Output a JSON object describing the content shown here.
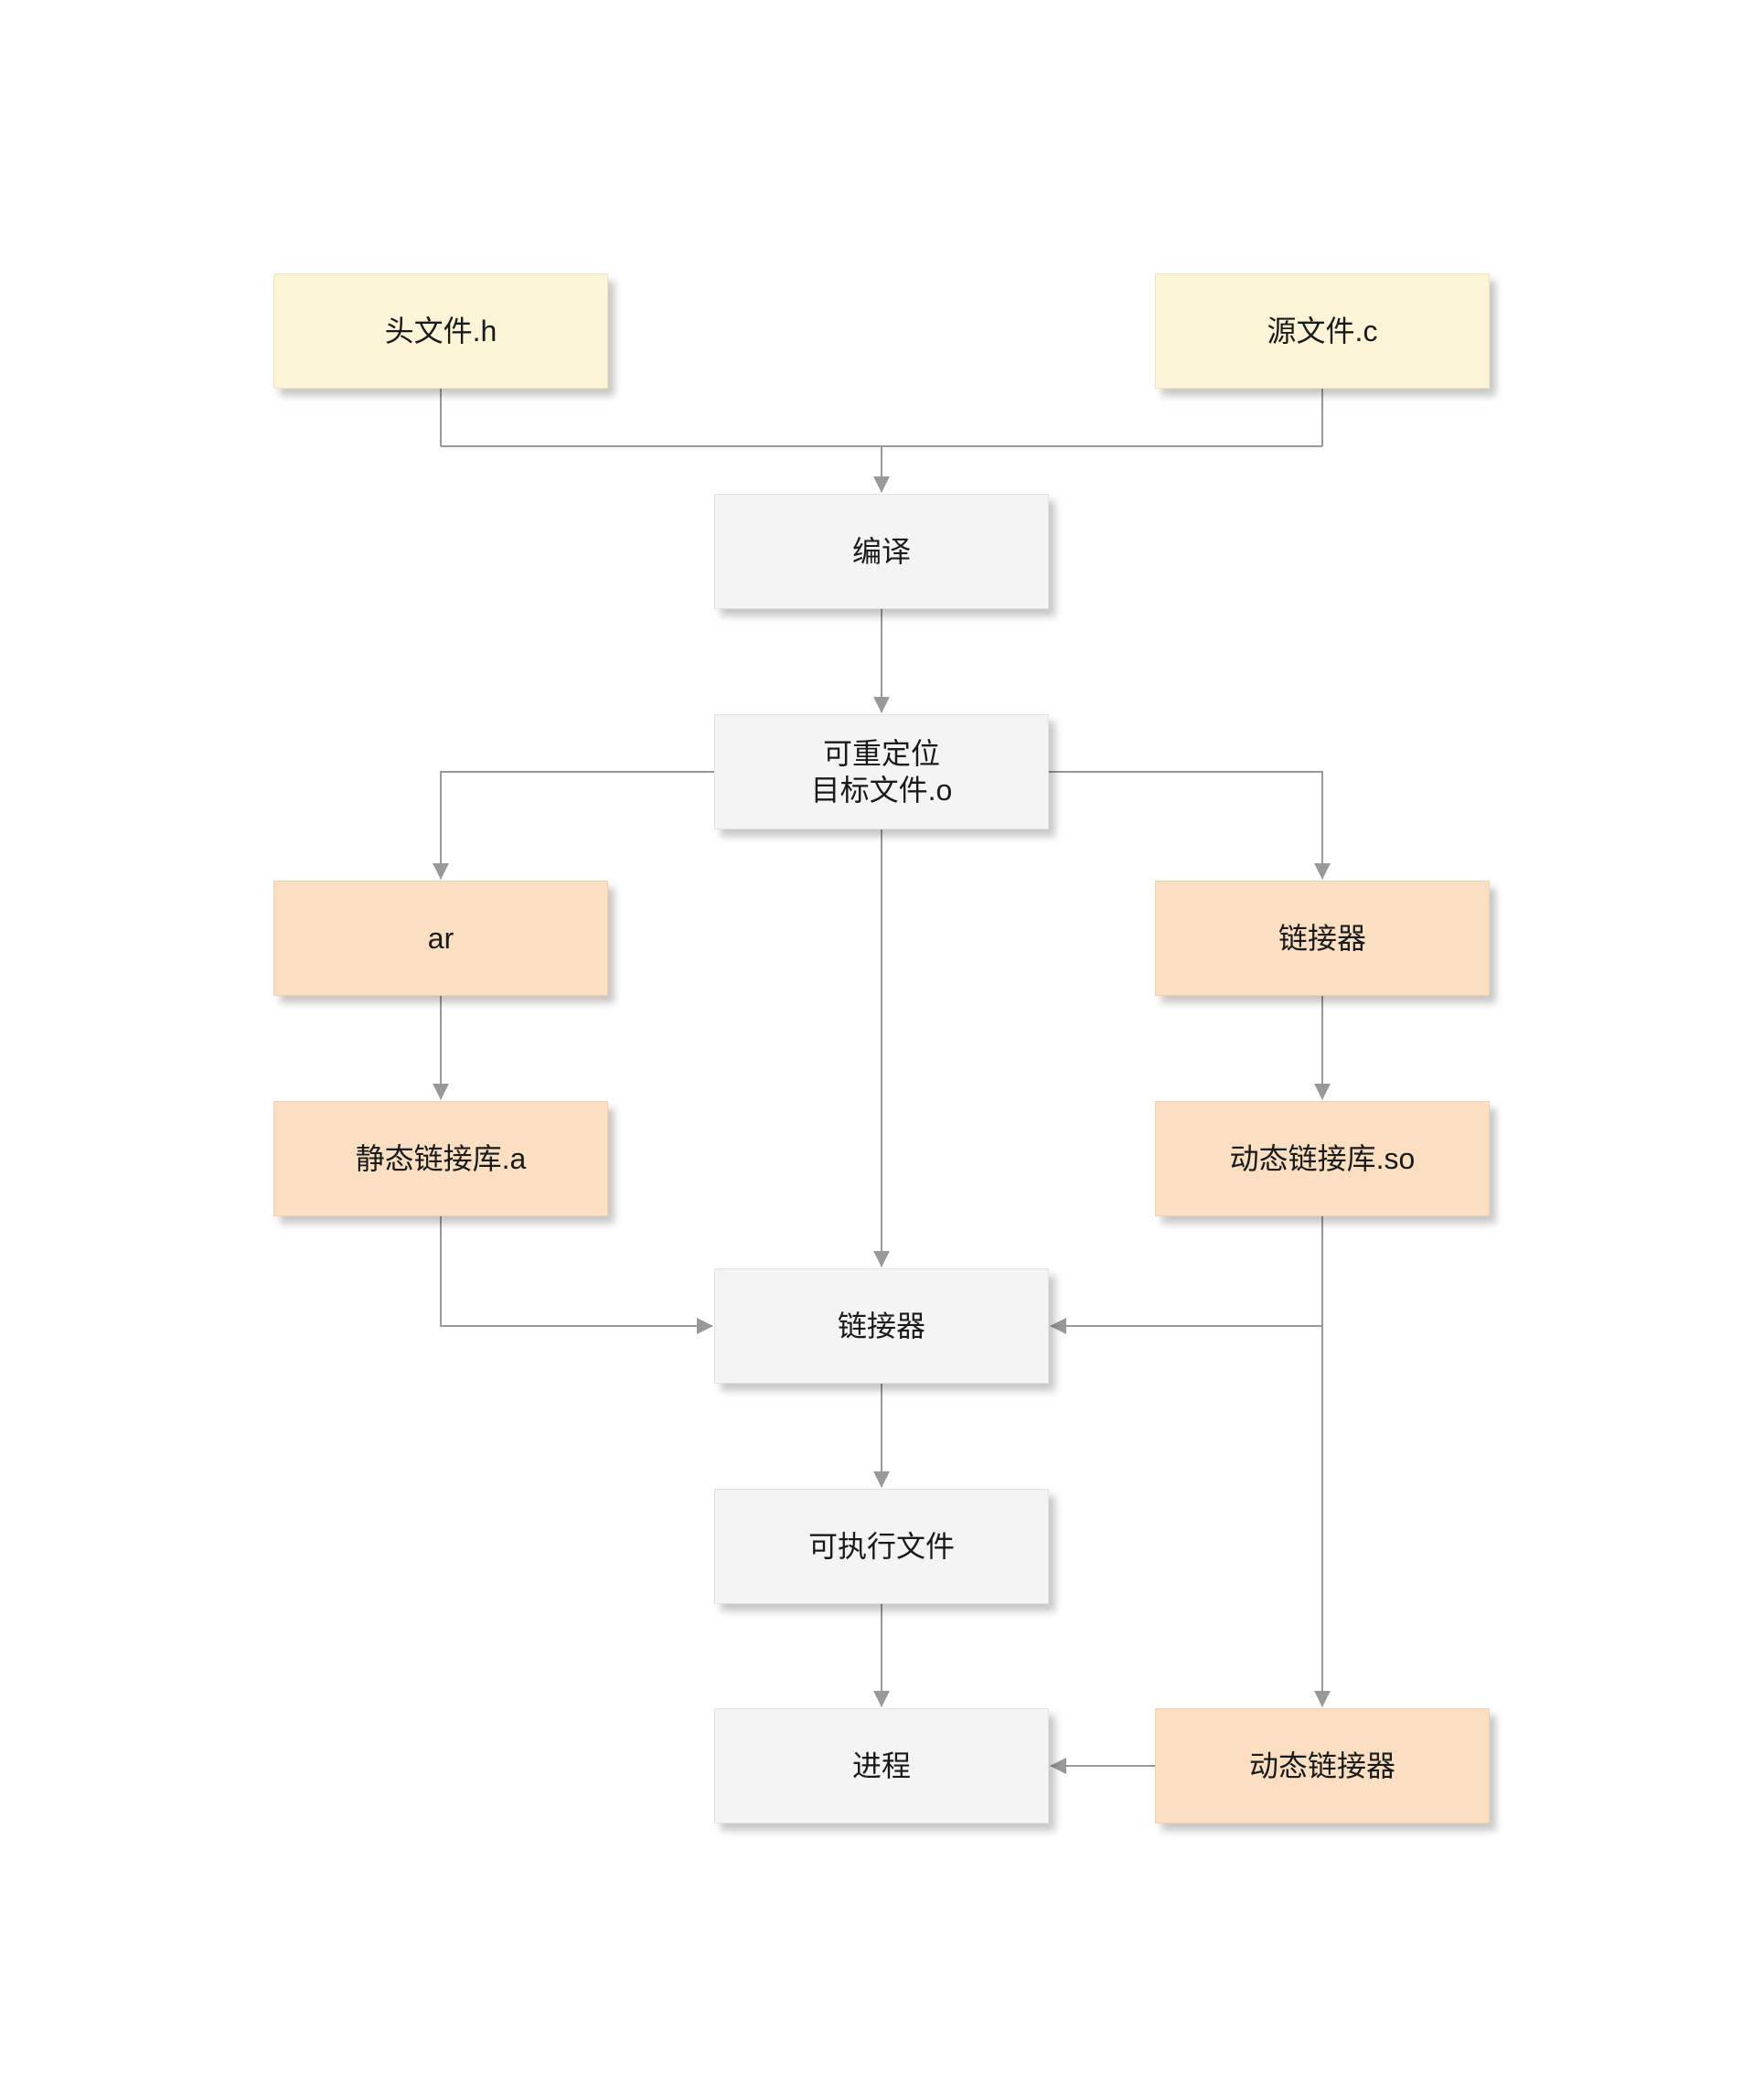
{
  "diagram": {
    "type": "flowchart",
    "description": "C program compile and link process flow",
    "colors": {
      "file_node_bg": "#FCF4D6",
      "tool_node_bg": "#FBDFC3",
      "stage_node_bg": "#F4F4F4",
      "connector": "#999999",
      "text": "#1A1A1A",
      "background": "#FFFFFF"
    },
    "nodes": {
      "header_file": {
        "label": "头文件.h"
      },
      "source_file": {
        "label": "源文件.c"
      },
      "compile": {
        "label": "编译"
      },
      "relocatable_object": {
        "line1": "可重定位",
        "line2": "目标文件.o"
      },
      "ar": {
        "label": "ar"
      },
      "linker_right": {
        "label": "链接器"
      },
      "static_library": {
        "label": "静态链接库.a"
      },
      "dynamic_library": {
        "label": "动态链接库.so"
      },
      "linker_center": {
        "label": "链接器"
      },
      "executable": {
        "label": "可执行文件"
      },
      "process": {
        "label": "进程"
      },
      "dynamic_linker": {
        "label": "动态链接器"
      }
    },
    "edges": [
      {
        "from": "header_file",
        "to": "compile"
      },
      {
        "from": "source_file",
        "to": "compile"
      },
      {
        "from": "compile",
        "to": "relocatable_object"
      },
      {
        "from": "relocatable_object",
        "to": "ar"
      },
      {
        "from": "relocatable_object",
        "to": "linker_right"
      },
      {
        "from": "relocatable_object",
        "to": "linker_center"
      },
      {
        "from": "ar",
        "to": "static_library"
      },
      {
        "from": "linker_right",
        "to": "dynamic_library"
      },
      {
        "from": "static_library",
        "to": "linker_center"
      },
      {
        "from": "dynamic_library",
        "to": "linker_center"
      },
      {
        "from": "dynamic_library",
        "to": "dynamic_linker"
      },
      {
        "from": "linker_center",
        "to": "executable"
      },
      {
        "from": "executable",
        "to": "process"
      },
      {
        "from": "dynamic_linker",
        "to": "process"
      }
    ]
  }
}
